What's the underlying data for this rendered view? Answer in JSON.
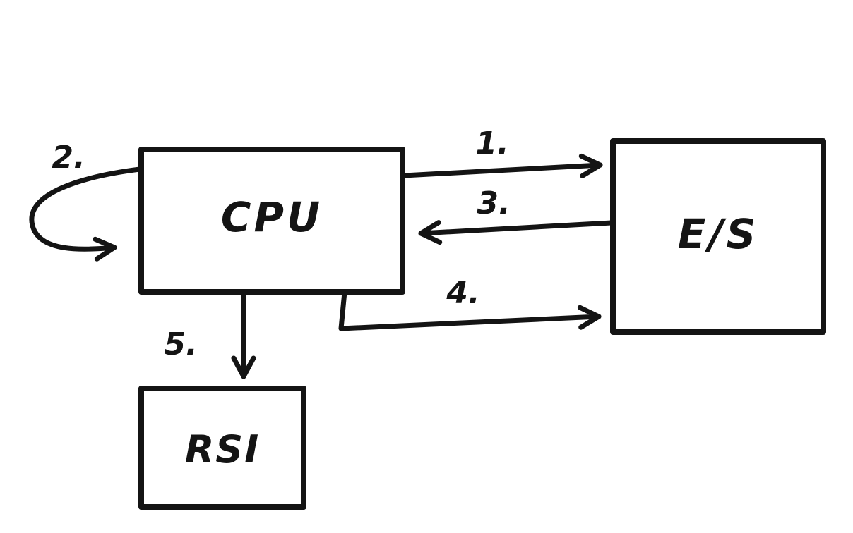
{
  "diagram": {
    "nodes": {
      "cpu": {
        "label": "CPU"
      },
      "es": {
        "label": "E/S"
      },
      "rsi": {
        "label": "RSI"
      }
    },
    "arrows": {
      "a1": {
        "label": "1.",
        "from": "CPU",
        "to": "E/S"
      },
      "a2": {
        "label": "2.",
        "from": "CPU",
        "to": "CPU"
      },
      "a3": {
        "label": "3.",
        "from": "E/S",
        "to": "CPU"
      },
      "a4": {
        "label": "4.",
        "from": "CPU",
        "to": "E/S"
      },
      "a5": {
        "label": "5.",
        "from": "CPU",
        "to": "RSI"
      }
    },
    "colors": {
      "ink": "#141414",
      "background": "#ffffff"
    }
  }
}
